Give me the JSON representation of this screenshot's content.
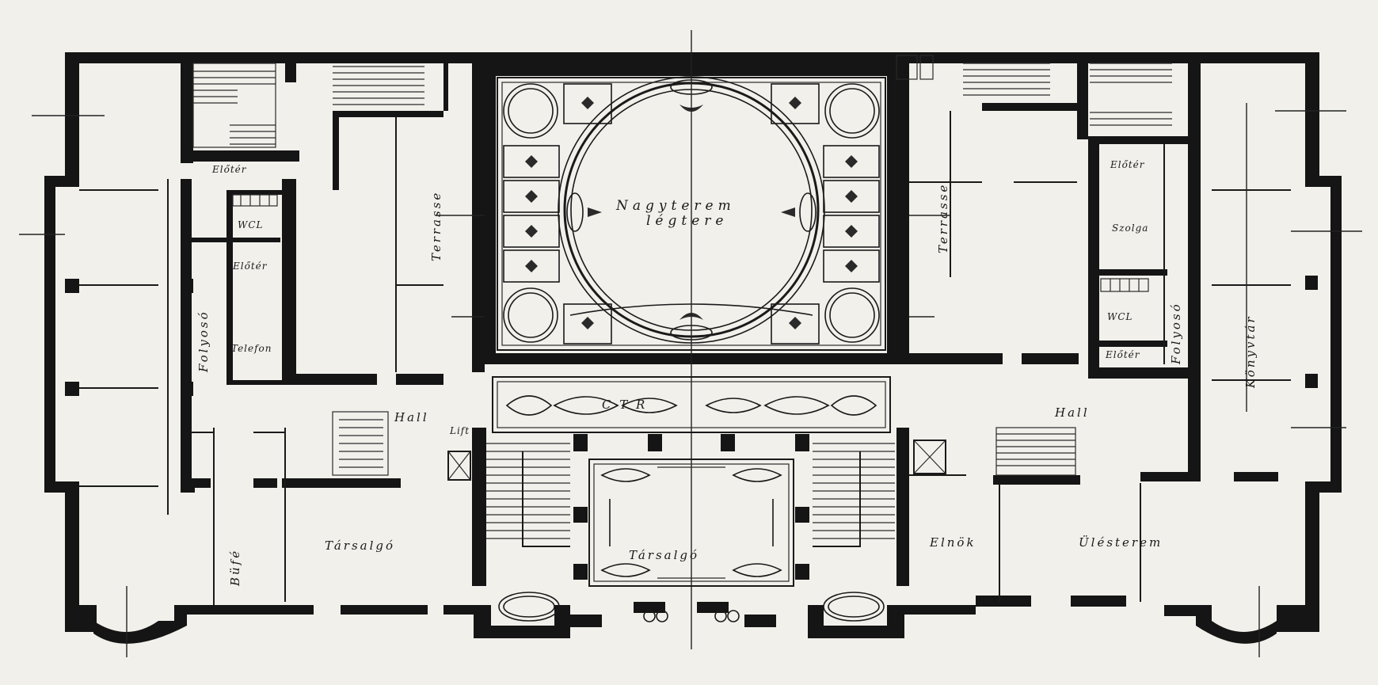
{
  "plan": {
    "labels": {
      "nagyterem_1": "Nagyterem",
      "nagyterem_2": "légtere",
      "eloter_left_top": "Előtér",
      "eloter_left_mid": "Előtér",
      "wcl_left": "WCL",
      "telefon": "Telefon",
      "folyoso_left": "Folyosó",
      "terrasse_left": "Terrasse",
      "hall_left": "Hall",
      "tarsalgo_left": "Társalgó",
      "bufe": "Büfé",
      "tarsalgo_center": "Társalgó",
      "eloter_right_top": "Előtér",
      "szolga": "Szolga",
      "wcl_right": "WCL",
      "eloter_right_bottom": "Előtér",
      "folyoso_right": "Folyosó",
      "terrasse_right": "Terrasse",
      "konyvtar": "Könyvtár",
      "hall_right": "Hall",
      "elnok": "Elnök",
      "ulesterem": "Ülésterem",
      "lift": "Lift",
      "ctr": "C T R"
    }
  },
  "colors": {
    "paper": "#f1f0eb",
    "ink": "#151515"
  }
}
